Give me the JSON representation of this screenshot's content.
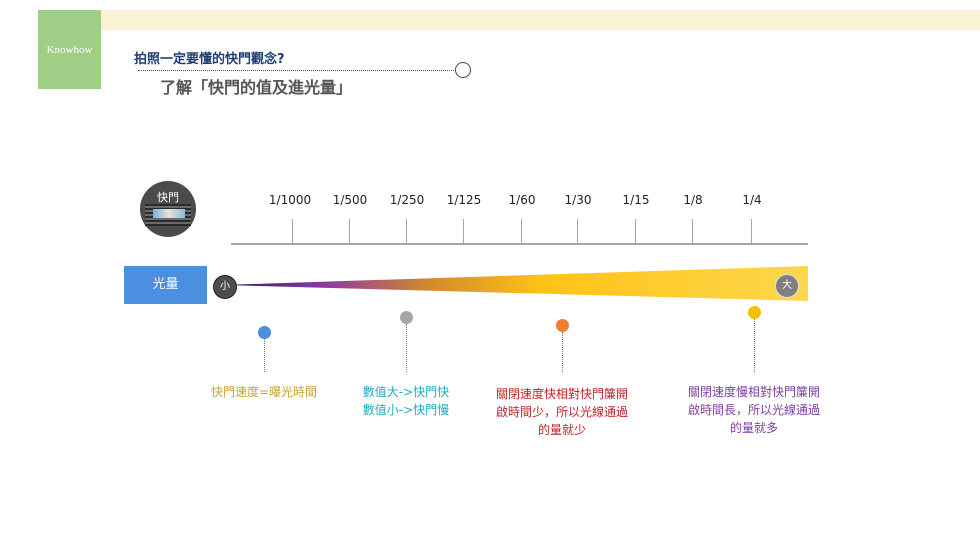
{
  "header": {
    "tag": "Knowhow",
    "title": "拍照一定要懂的快門觀念?",
    "subtitle": "了解「快門的值及進光量」"
  },
  "shutter": {
    "label": "快門",
    "icon": "shutter-icon"
  },
  "scale": {
    "ticks": [
      "1/1000",
      "1/500",
      "1/250",
      "1/125",
      "1/60",
      "1/30",
      "1/15",
      "1/8",
      "1/4"
    ]
  },
  "light": {
    "label": "光量",
    "small": "小",
    "big": "大",
    "gradient_colors": [
      "#2a1f78",
      "#8e3aa0",
      "#d0892e",
      "#ffc316",
      "#fcd84c"
    ]
  },
  "notes": [
    {
      "lines": [
        "快門速度=曝光時間"
      ],
      "color": "#c8a230",
      "dot": "#4a90d9"
    },
    {
      "lines": [
        "數值大->快門快",
        "數值小->快門慢"
      ],
      "color": "#1aaec0",
      "dot": "#a6a6a6"
    },
    {
      "lines": [
        "關閉速度快相對快門簾開",
        "啟時間少，所以光線通過",
        "的量就少"
      ],
      "color": "#c0232a",
      "dot": "#ef7d2f"
    },
    {
      "lines": [
        "關閉速度慢相對快門簾開",
        "啟時間長，所以光線通過",
        "的量就多"
      ],
      "color": "#7b3fa0",
      "dot": "#f5c000"
    }
  ]
}
